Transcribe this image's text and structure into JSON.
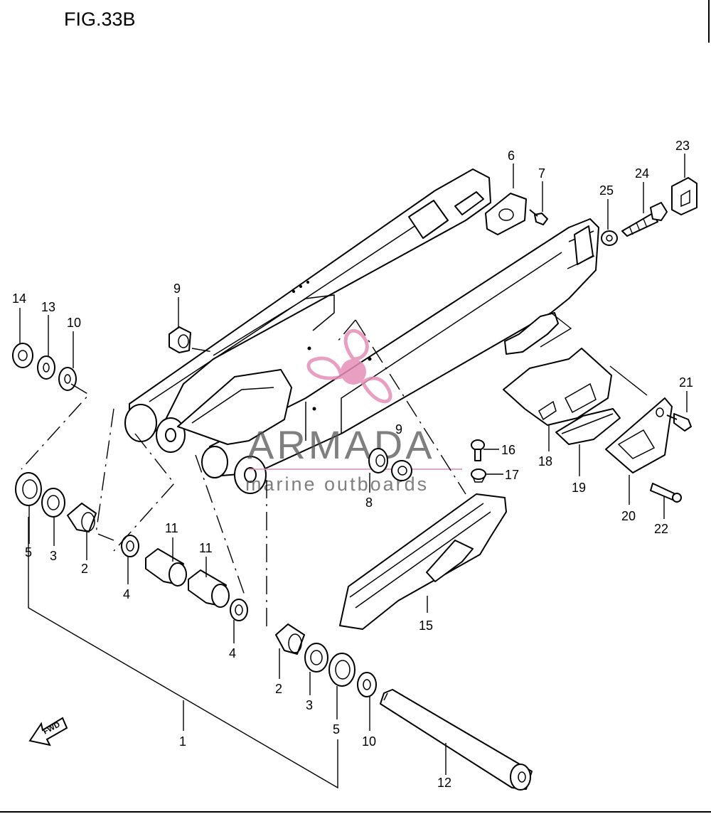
{
  "figure": {
    "title": "FIG.33B"
  },
  "watermark": {
    "brand": "ARMADA",
    "tagline": "marine outboards",
    "accent_color": "#e58fb8"
  },
  "direction_arrow": {
    "label": "FWD"
  },
  "callouts": [
    {
      "id": "c1",
      "label": "1"
    },
    {
      "id": "c2a",
      "label": "2"
    },
    {
      "id": "c2b",
      "label": "2"
    },
    {
      "id": "c3a",
      "label": "3"
    },
    {
      "id": "c3b",
      "label": "3"
    },
    {
      "id": "c4a",
      "label": "4"
    },
    {
      "id": "c4b",
      "label": "4"
    },
    {
      "id": "c5a",
      "label": "5"
    },
    {
      "id": "c5b",
      "label": "5"
    },
    {
      "id": "c6",
      "label": "6"
    },
    {
      "id": "c7",
      "label": "7"
    },
    {
      "id": "c8",
      "label": "8"
    },
    {
      "id": "c9a",
      "label": "9"
    },
    {
      "id": "c9b",
      "label": "9"
    },
    {
      "id": "c10a",
      "label": "10"
    },
    {
      "id": "c10b",
      "label": "10"
    },
    {
      "id": "c11a",
      "label": "11"
    },
    {
      "id": "c11b",
      "label": "11"
    },
    {
      "id": "c12",
      "label": "12"
    },
    {
      "id": "c13",
      "label": "13"
    },
    {
      "id": "c14",
      "label": "14"
    },
    {
      "id": "c15",
      "label": "15"
    },
    {
      "id": "c16",
      "label": "16"
    },
    {
      "id": "c17",
      "label": "17"
    },
    {
      "id": "c18",
      "label": "18"
    },
    {
      "id": "c19",
      "label": "19"
    },
    {
      "id": "c20",
      "label": "20"
    },
    {
      "id": "c21",
      "label": "21"
    },
    {
      "id": "c22",
      "label": "22"
    },
    {
      "id": "c23",
      "label": "23"
    },
    {
      "id": "c24",
      "label": "24"
    },
    {
      "id": "c25",
      "label": "25"
    }
  ]
}
